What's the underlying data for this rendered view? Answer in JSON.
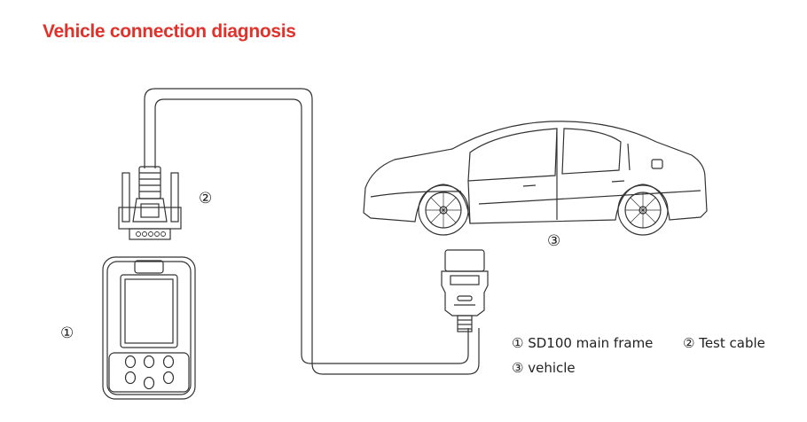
{
  "title": "Vehicle connection diagnosis",
  "callouts": {
    "device": "①",
    "cable": "②",
    "vehicle": "③"
  },
  "legend": [
    "① SD100 main frame",
    "② Test cable",
    "③ vehicle"
  ],
  "colors": {
    "title": "#e0312b",
    "line": "#333333"
  }
}
